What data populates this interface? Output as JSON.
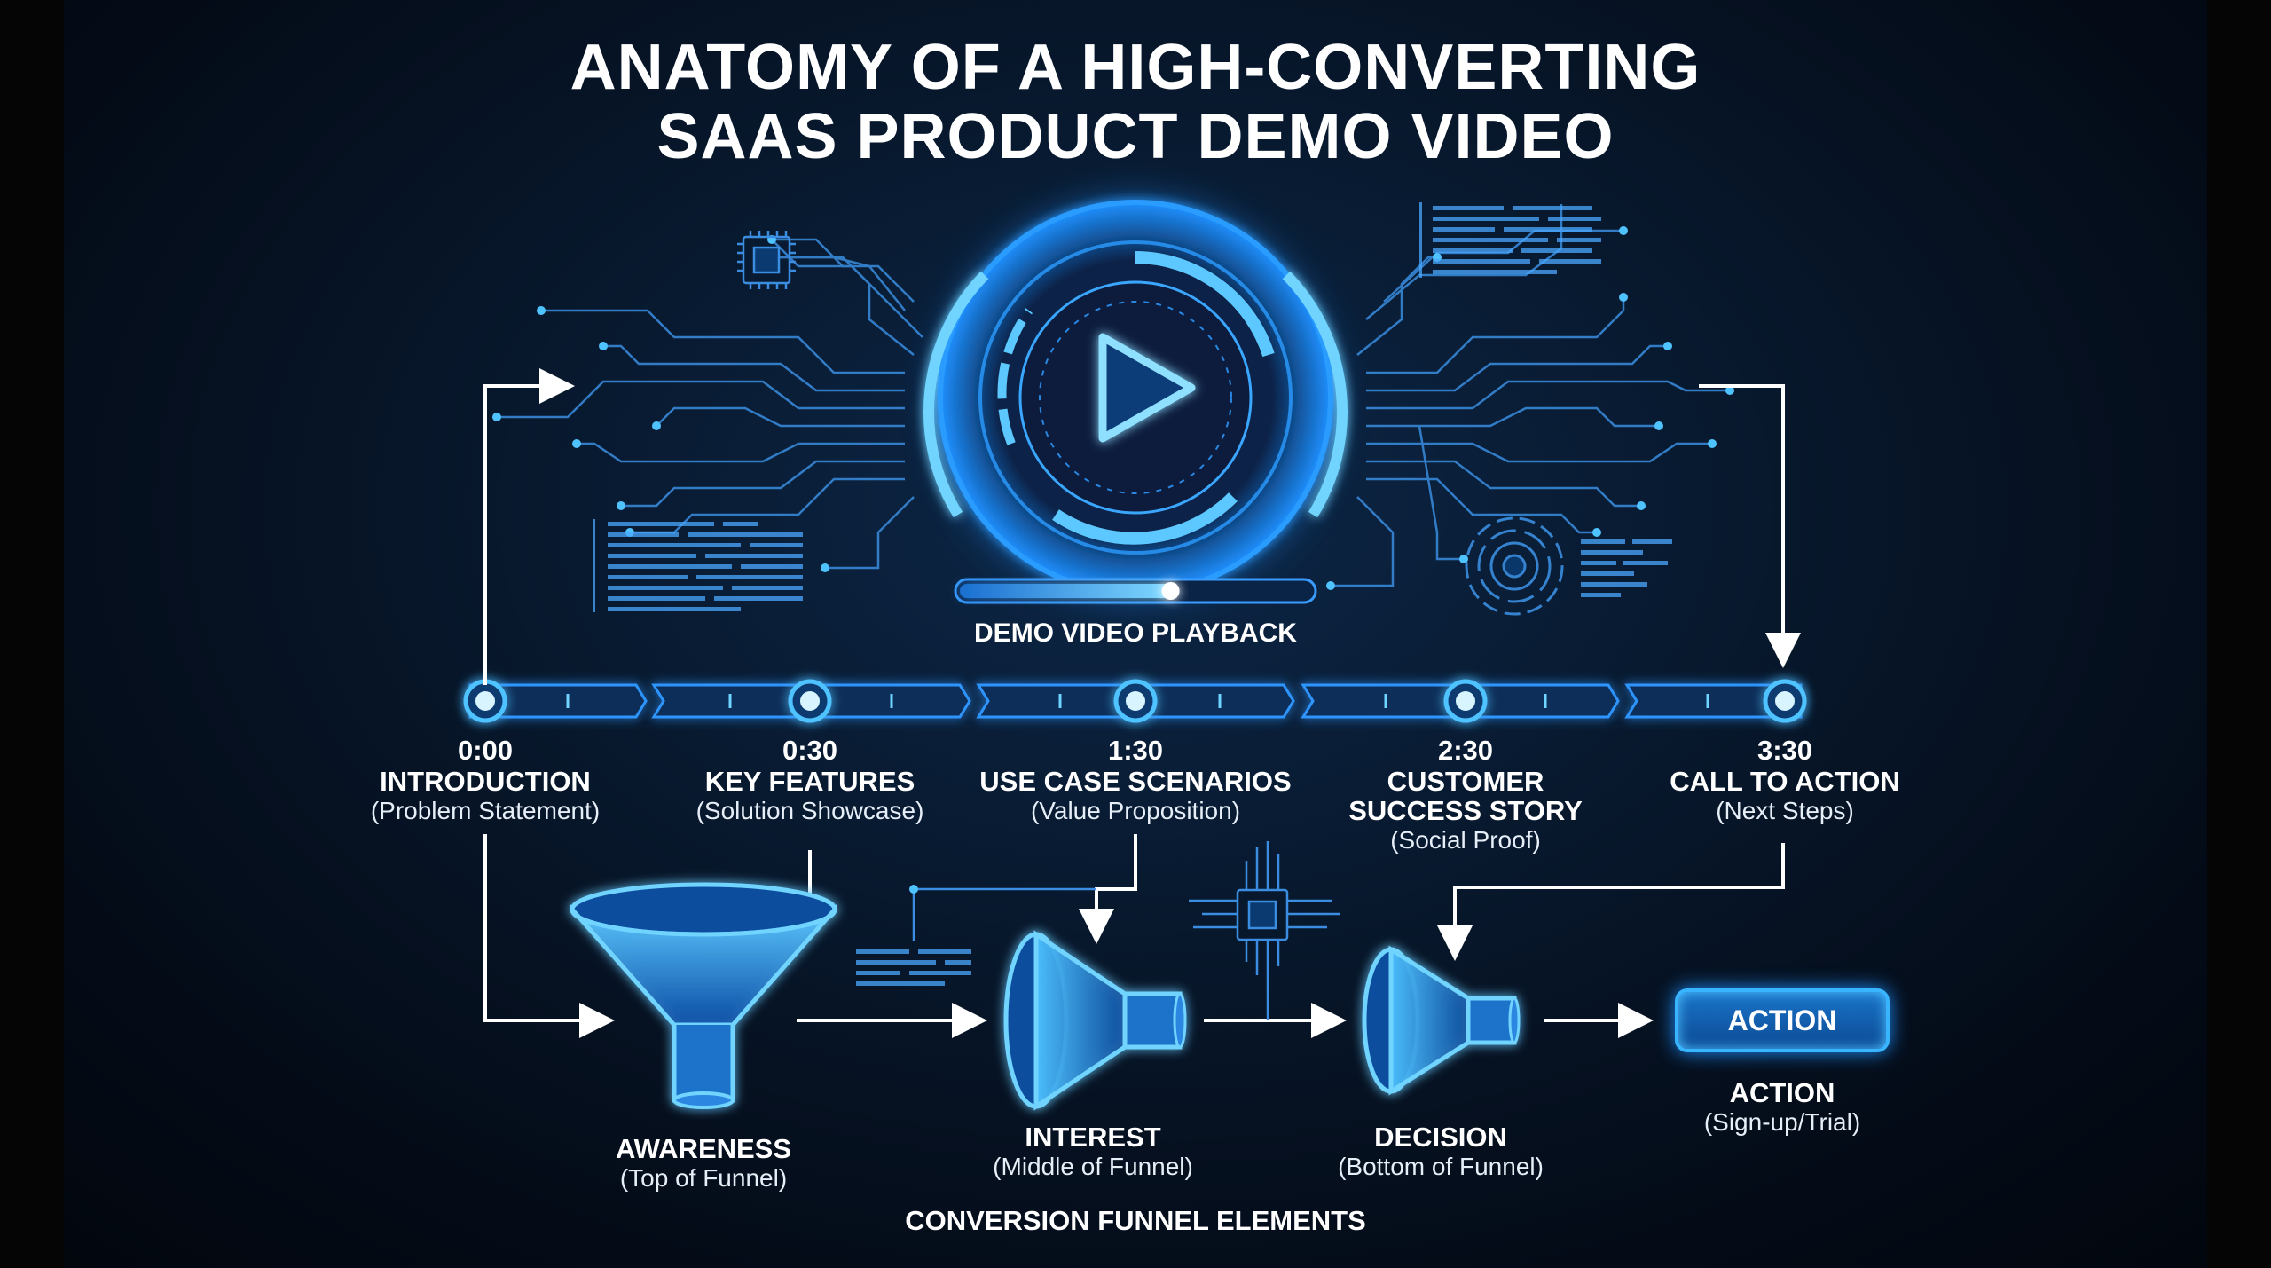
{
  "title": {
    "line1": "ANATOMY OF A HIGH-CONVERTING",
    "line2": "SAAS PRODUCT DEMO VIDEO"
  },
  "player": {
    "caption": "DEMO VIDEO PLAYBACK",
    "progress": 0.6
  },
  "timeline": [
    {
      "time": "0:00",
      "name": "INTRODUCTION",
      "sub": "(Problem Statement)"
    },
    {
      "time": "0:30",
      "name": "KEY FEATURES",
      "sub": "(Solution Showcase)"
    },
    {
      "time": "1:30",
      "name": "USE CASE SCENARIOS",
      "sub": "(Value Proposition)"
    },
    {
      "time": "2:30",
      "name": "CUSTOMER",
      "name2": "SUCCESS STORY",
      "sub": "(Social Proof)"
    },
    {
      "time": "3:30",
      "name": "CALL TO ACTION",
      "sub": "(Next Steps)"
    }
  ],
  "funnel": {
    "title": "CONVERSION FUNNEL ELEMENTS",
    "stages": [
      {
        "name": "AWARENESS",
        "sub": "(Top of Funnel)"
      },
      {
        "name": "INTEREST",
        "sub": "(Middle of Funnel)"
      },
      {
        "name": "DECISION",
        "sub": "(Bottom of Funnel)"
      },
      {
        "name": "ACTION",
        "sub": "(Sign-up/Trial)"
      }
    ],
    "action_button": "ACTION"
  },
  "colors": {
    "accent": "#1e90ff",
    "glow": "#4fc3ff",
    "background": "#071629"
  },
  "icons": [
    "play-icon",
    "microchip-icon",
    "gear-icon",
    "funnel-icon",
    "arrow-icon"
  ]
}
